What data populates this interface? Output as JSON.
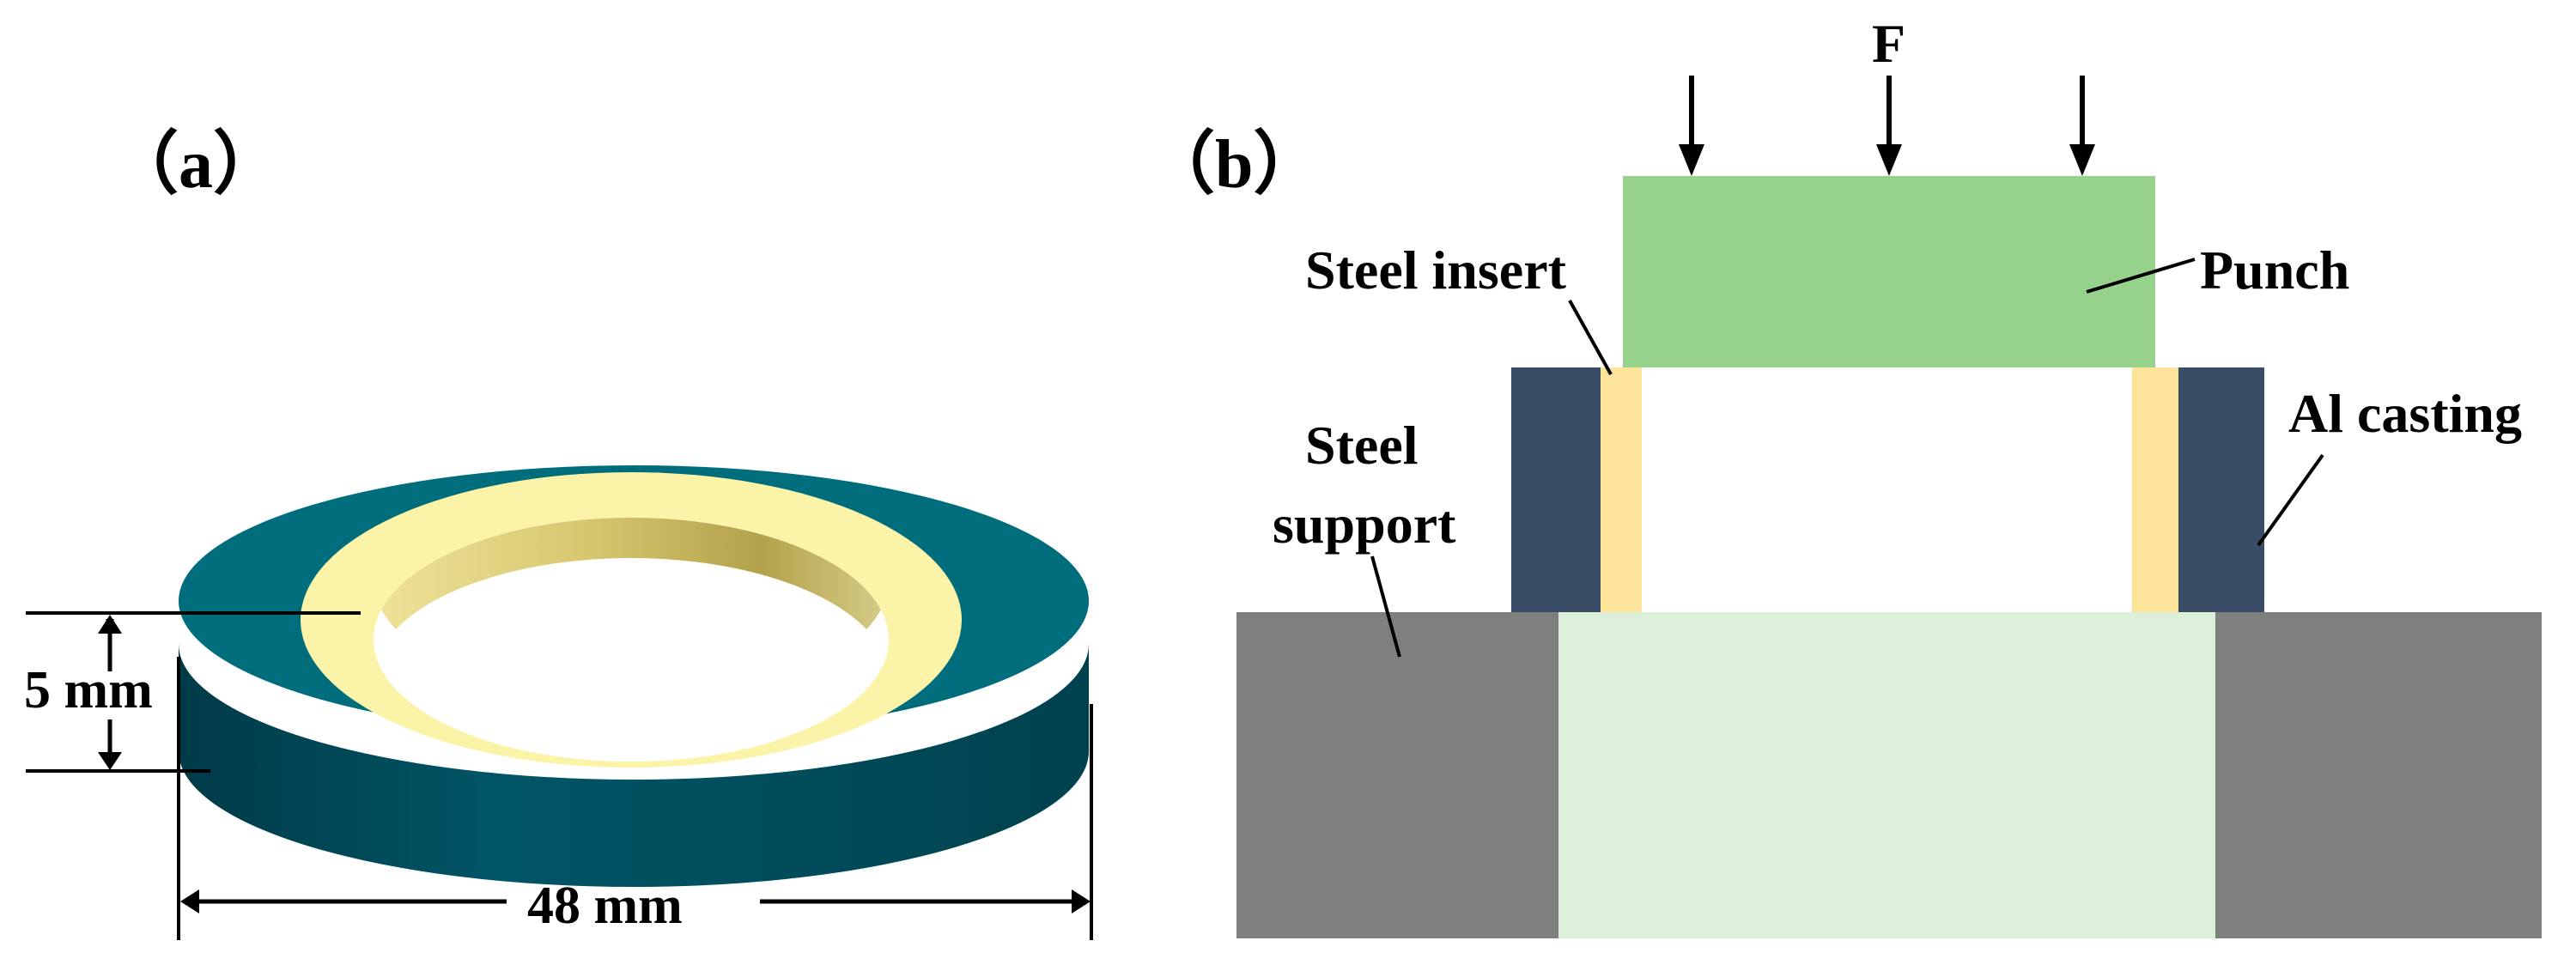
{
  "panel_a": {
    "label": "（a）",
    "height_dim": "5 mm",
    "diameter_dim": "48 mm"
  },
  "panel_b": {
    "label": "（b）",
    "force_label": "F",
    "steel_insert": "Steel insert",
    "punch": "Punch",
    "al_casting": "Al casting",
    "steel_support_line1": "Steel",
    "steel_support_line2": "support"
  },
  "colors": {
    "ring_outer_top": "#006d7d",
    "ring_outer_side": "#004a58",
    "ring_insert_top": "#fbf4a8",
    "ring_insert_inner": "#c9bb55",
    "punch": "#96d28c",
    "al_casting": "#3a4d66",
    "steel_insert": "#fde49a",
    "steel_support": "#7f7f7f",
    "support_center": "#dcefd8"
  }
}
